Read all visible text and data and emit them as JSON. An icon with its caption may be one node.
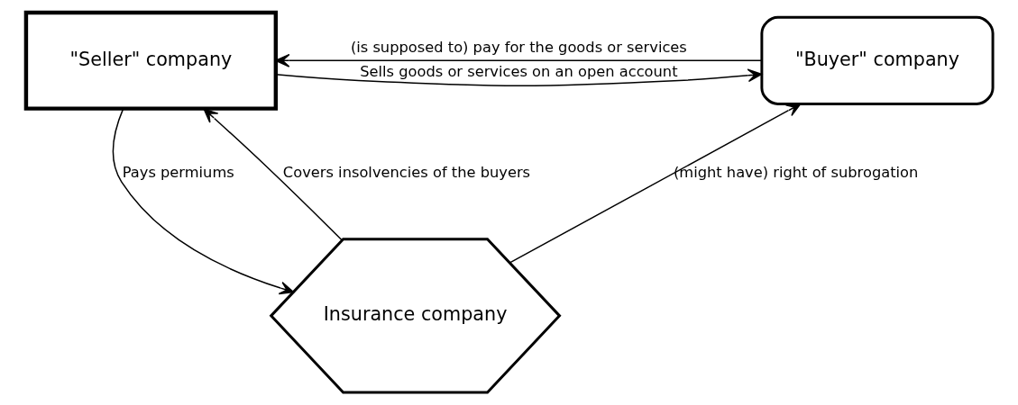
{
  "diagram": {
    "nodes": [
      {
        "text": [
          "\"Seller\" company"
        ]
      },
      {
        "text": [
          "\"Buyer\" company"
        ]
      },
      {
        "text": [
          "Insurance company"
        ]
      }
    ],
    "edges": [
      {
        "from": 0,
        "to": 1,
        "arrow": "to",
        "label": "Sells goods or services on an open account"
      },
      {
        "from": 1,
        "to": 0,
        "arrow": "to",
        "label": "(is supposed to) pay for the goods or services"
      },
      {
        "from": 0,
        "to": 2,
        "arrow": "to",
        "label": "Pays permiums"
      },
      {
        "from": 2,
        "to": 0,
        "arrow": "to",
        "label": "Covers insolvencies of the buyers"
      },
      {
        "from": 2,
        "to": 1,
        "arrow": "to",
        "label": "(might have) right of subrogation"
      }
    ]
  }
}
